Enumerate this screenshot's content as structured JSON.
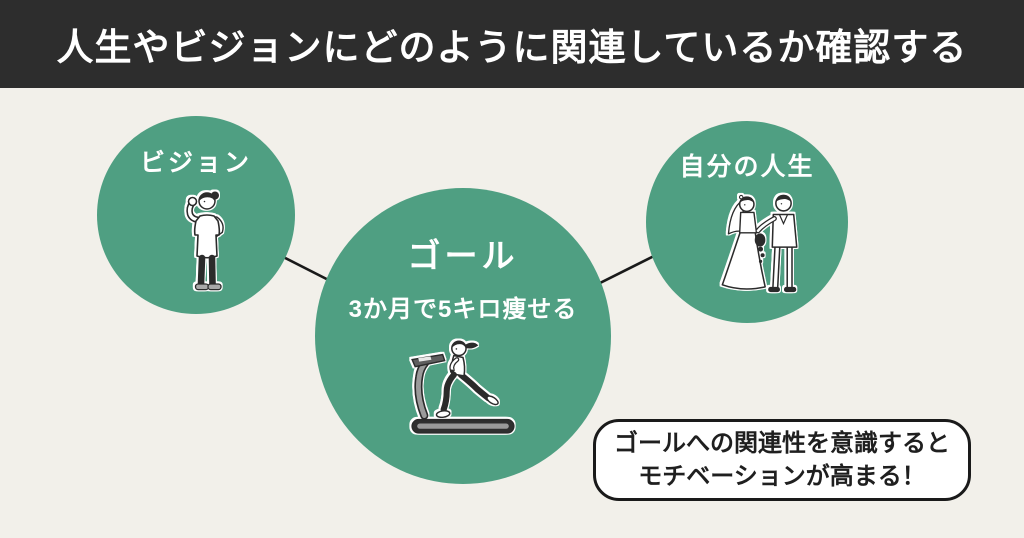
{
  "banner": {
    "title": "人生やビジョンにどのように関連しているか確認する"
  },
  "circles": {
    "vision": {
      "label": "ビジョン",
      "icon": "flexing-woman-icon"
    },
    "goal": {
      "title": "ゴール",
      "subtitle": "3か月で5キロ痩せる",
      "icon": "treadmill-runner-icon"
    },
    "life": {
      "label": "自分の人生",
      "icon": "wedding-couple-icon"
    }
  },
  "callout": {
    "line1": "ゴールへの関連性を意識すると",
    "line2": "モチベーションが高まる！"
  },
  "colors": {
    "banner_bg": "#2d2d2d",
    "banner_text": "#ffffff",
    "background": "#f2f0ea",
    "circle_fill": "#4f9f82",
    "circle_text": "#ffffff",
    "connector": "#1a1a1a",
    "callout_bg": "#ffffff",
    "callout_border": "#1a1a1a",
    "callout_text": "#1f1f1f"
  }
}
